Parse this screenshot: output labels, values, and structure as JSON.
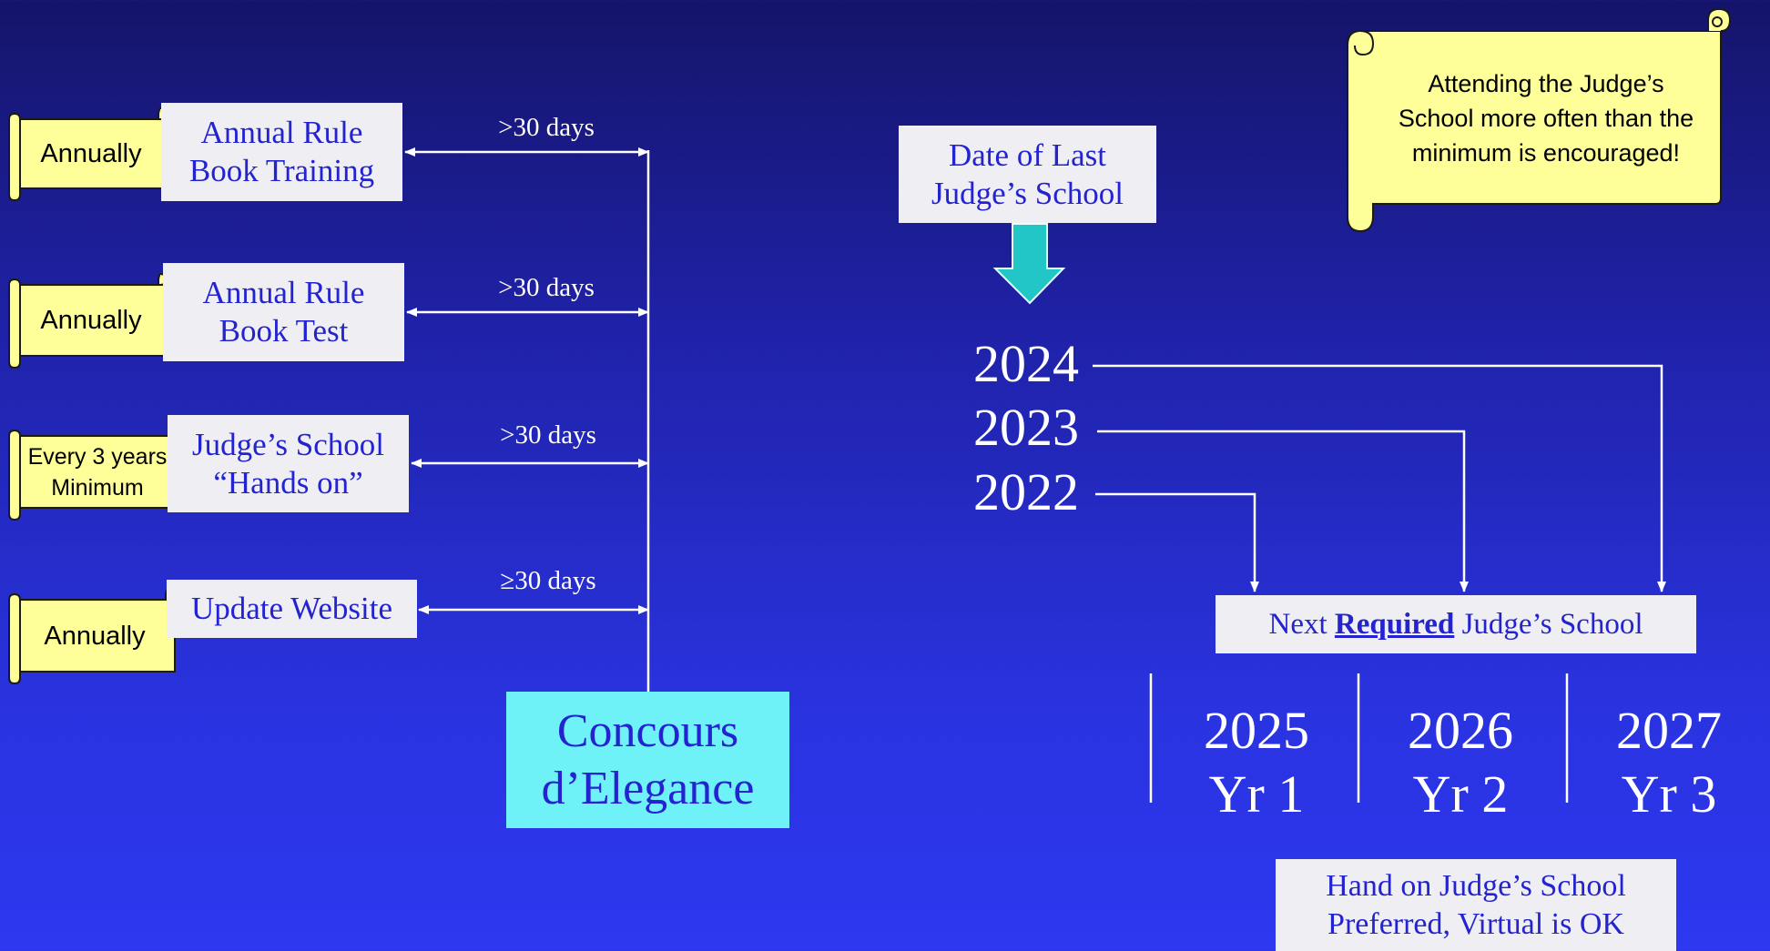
{
  "rows": [
    {
      "frequency": [
        "Annually"
      ],
      "task": [
        "Annual Rule",
        "Book Training"
      ],
      "days": ">30 days"
    },
    {
      "frequency": [
        "Annually"
      ],
      "task": [
        "Annual Rule",
        "Book Test"
      ],
      "days": ">30 days"
    },
    {
      "frequency": [
        "Every 3 years",
        "Minimum"
      ],
      "task": [
        "Judge’s School",
        "“Hands on”"
      ],
      "days": ">30 days"
    },
    {
      "frequency": [
        "Annually"
      ],
      "task": [
        "Update Website"
      ],
      "days": "≥30 days"
    }
  ],
  "event": {
    "line1": "Concours",
    "line2": "d’Elegance"
  },
  "last_school": {
    "line1": "Date of Last",
    "line2": "Judge’s School"
  },
  "years": [
    "2024",
    "2023",
    "2022"
  ],
  "next_required": {
    "prefix": "Next ",
    "emphasis": "Required",
    "suffix": " Judge’s School"
  },
  "future_years": [
    {
      "year": "2025",
      "label": "Yr 1"
    },
    {
      "year": "2026",
      "label": "Yr 2"
    },
    {
      "year": "2027",
      "label": "Yr 3"
    }
  ],
  "note": {
    "line1": "Hand on Judge’s School",
    "line2": "Preferred, Virtual is OK"
  },
  "encouragement": [
    "Attending the Judge’s",
    "School more often than the",
    "minimum is encouraged!"
  ],
  "colors": {
    "box_fill": "#eeeef3",
    "box_text": "#2323d0",
    "event_fill": "#6ff2f7",
    "scroll_fill": "#ffff99",
    "down_arrow": "#22c6c6",
    "lines": "#ffffff"
  }
}
